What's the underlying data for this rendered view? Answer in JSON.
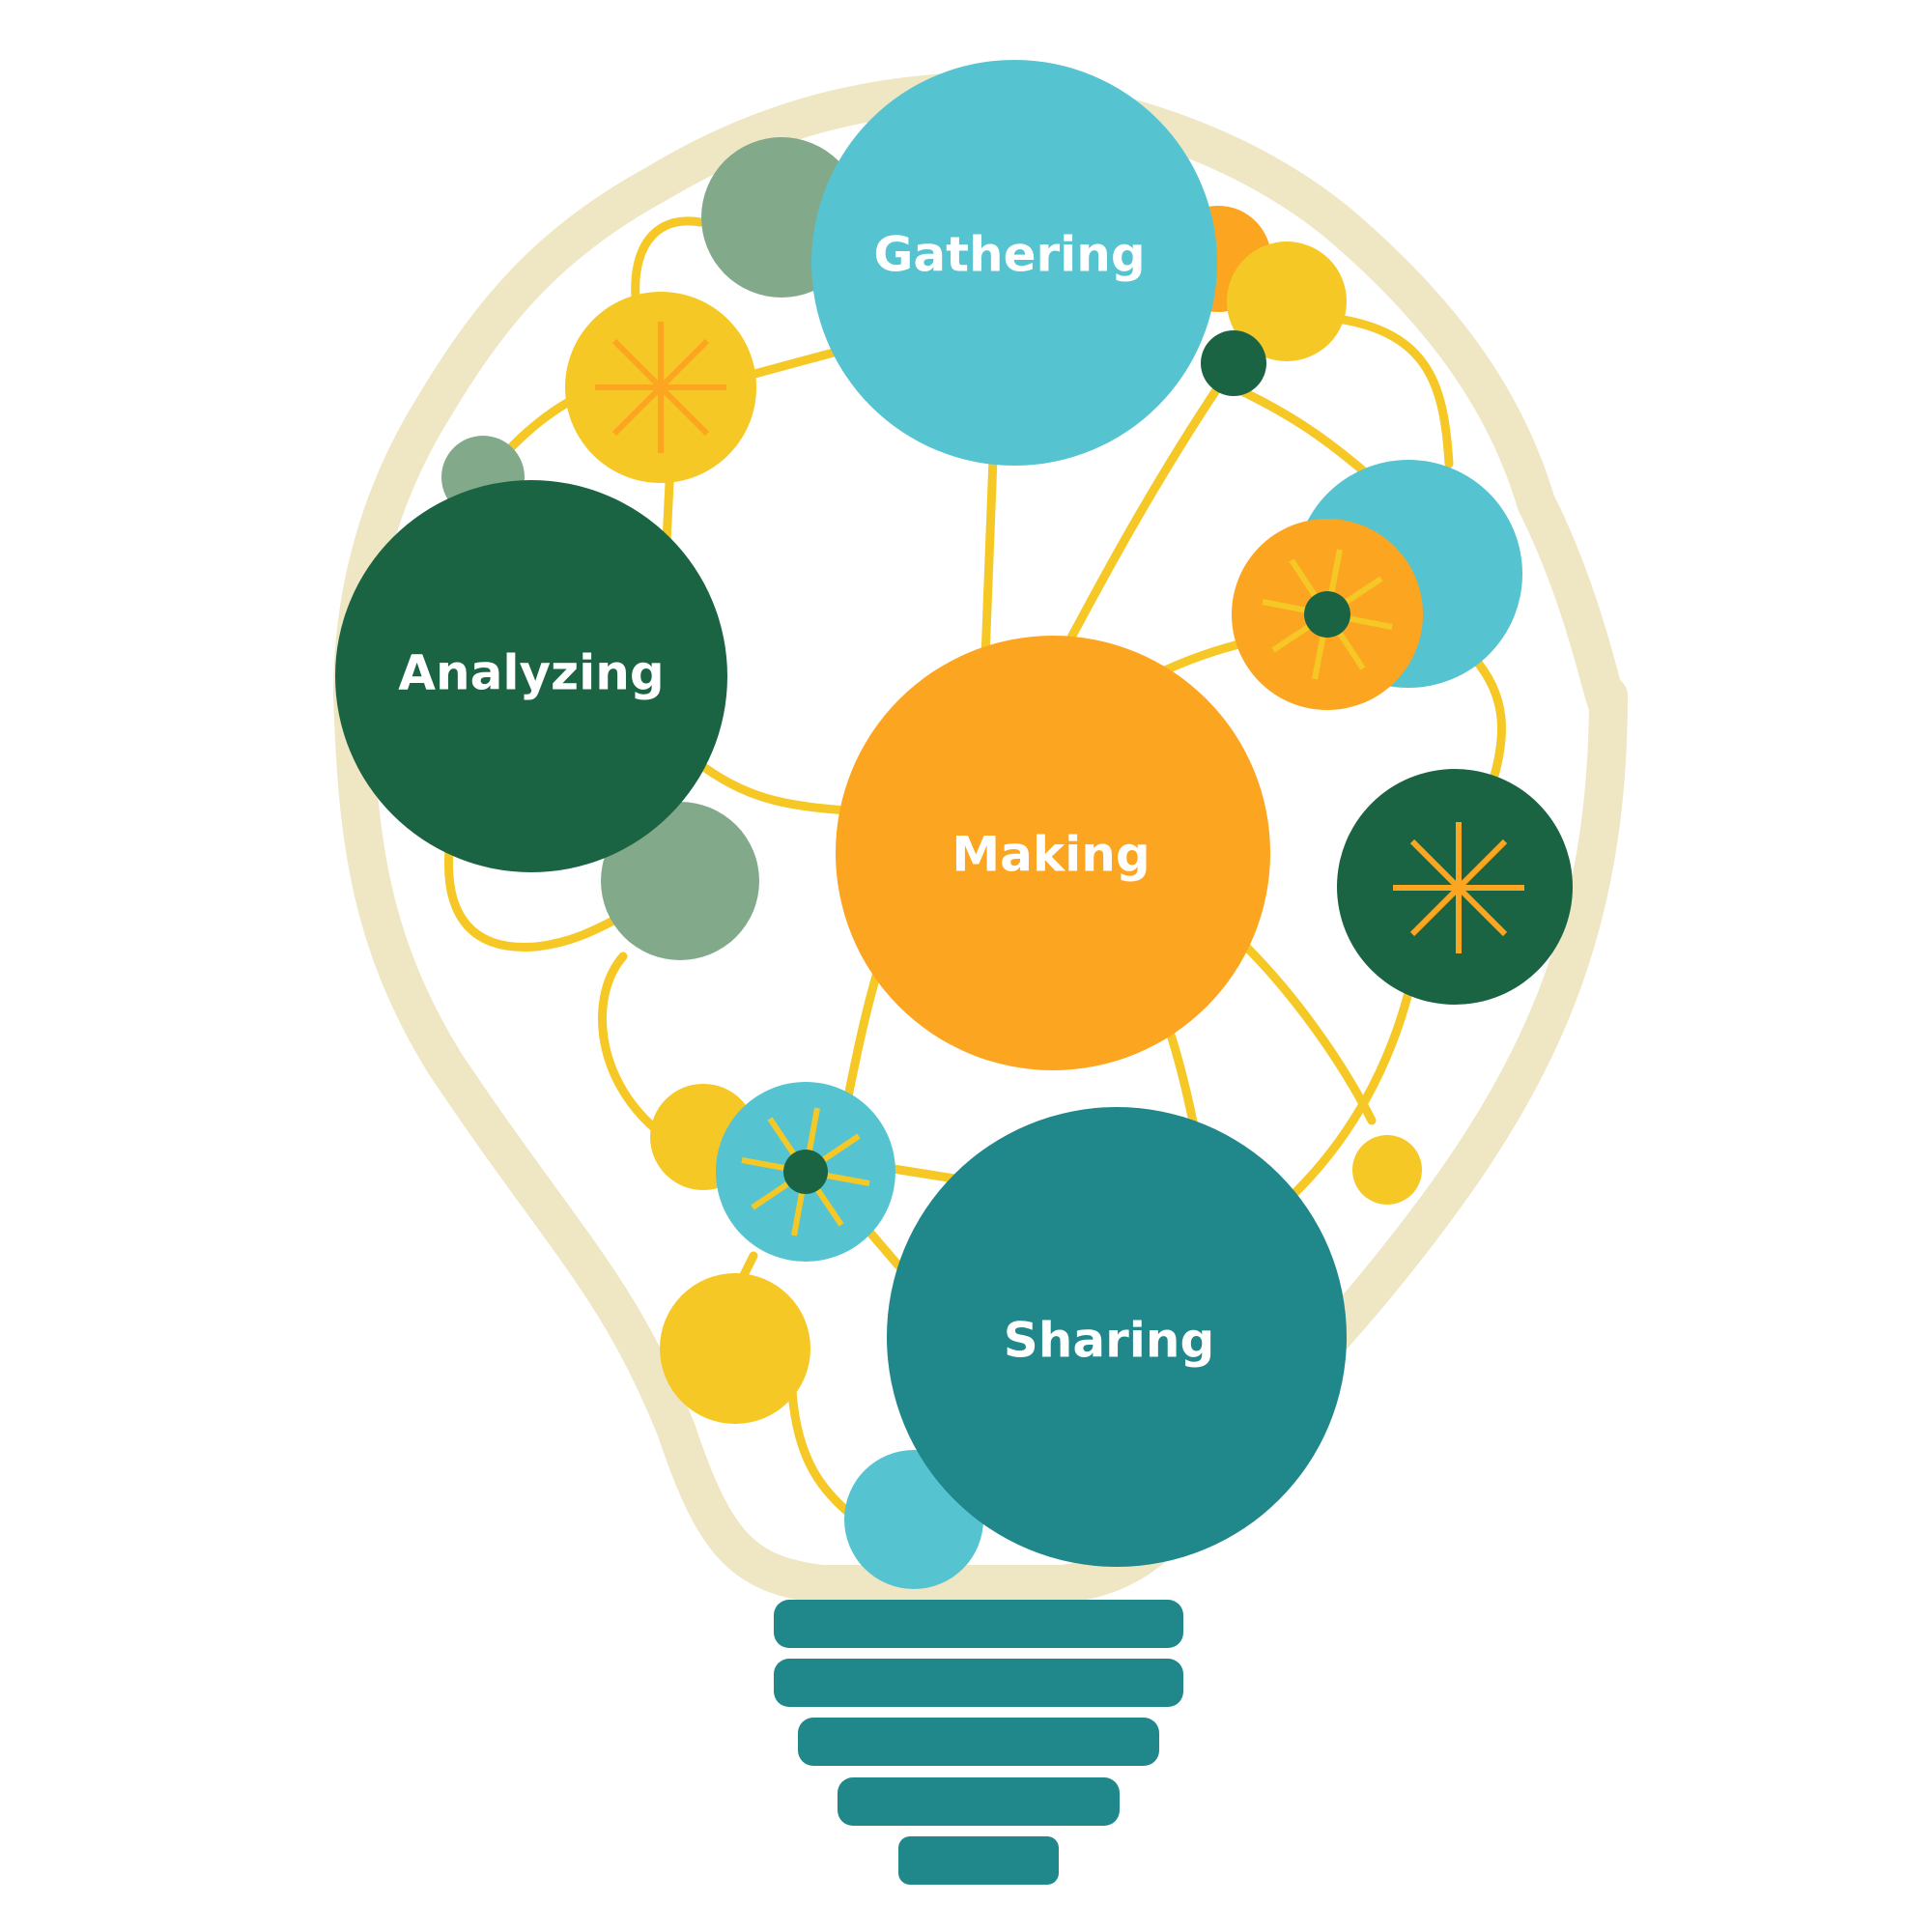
{
  "diagram": {
    "stages": {
      "gathering": "Gathering",
      "analyzing": "Analyzing",
      "making": "Making",
      "sharing": "Sharing"
    }
  },
  "colors": {
    "bulb_outline": "#EFE6C4",
    "connector": "#F6C825",
    "light_blue": "#55C4D0",
    "dark_green": "#1B6443",
    "orange": "#FCA521",
    "sage": "#83A98B",
    "yellow": "#F6C825",
    "teal": "#20878B",
    "label": "#FFFFFF"
  },
  "icons": [
    "asterisk-icon",
    "sparkle-icon"
  ]
}
